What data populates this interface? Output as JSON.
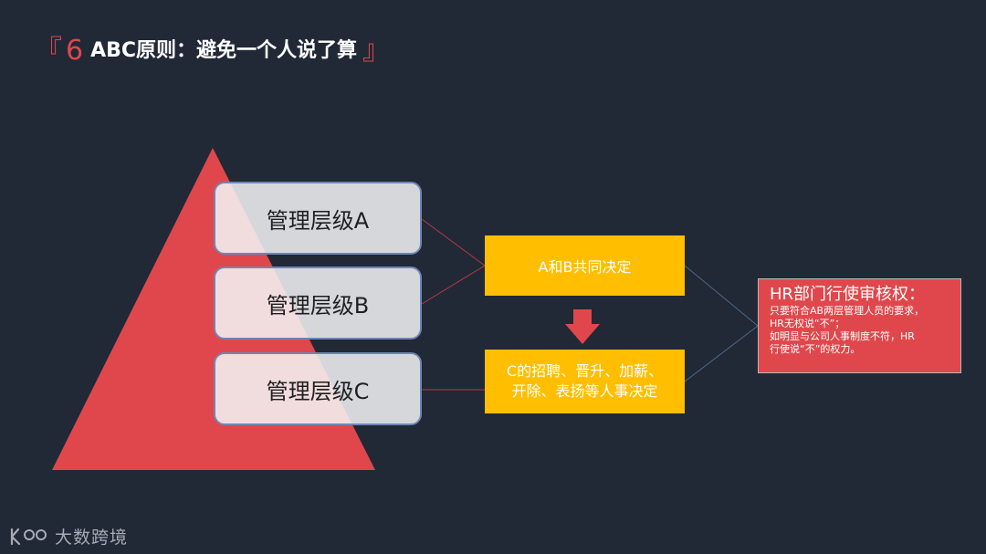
{
  "slide": {
    "title": {
      "open_bracket": "『",
      "number": "6",
      "text": "ABC原则：避免一个人说了算",
      "close_bracket": "』"
    }
  },
  "levels": [
    {
      "label": "管理层级A"
    },
    {
      "label": "管理层级B"
    },
    {
      "label": "管理层级C"
    }
  ],
  "decisions": {
    "ab_joint": "A和B共同决定",
    "c_lines": [
      "C的招聘、晋升、加薪、",
      "开除、表扬等人事决定"
    ]
  },
  "hr_veto": {
    "title": "HR部门行使审核权：",
    "lines": [
      "只要符合AB两层管理人员的要求，",
      "HR无权说“不”；",
      "如明显与公司人事制度不符，HR",
      "行使说“不”的权力。"
    ]
  },
  "footer": {
    "logo_text": "大数跨境"
  },
  "colors": {
    "background": "#212836",
    "accent_red": "#e0474c",
    "accent_yellow": "#ffbe00",
    "box_border": "#6f86b5"
  }
}
